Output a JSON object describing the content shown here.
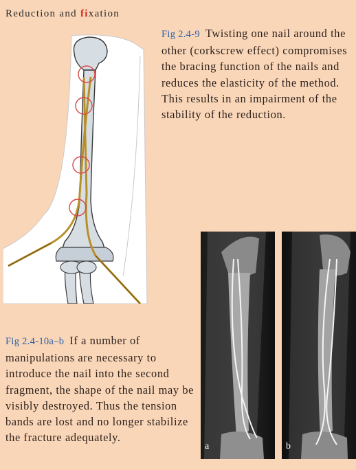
{
  "header": {
    "prefix": "Reduction and ",
    "highlight": "fi",
    "suffix": "xation"
  },
  "figure_1": {
    "label": "Fig 2.4-9",
    "text": "Twisting one nail around the other (corkscrew effect) compromises the bracing function of the nails and reduces the elasticity of the method. This results in an impairment of the stability of the reduction."
  },
  "figure_2": {
    "label": "Fig 2.4-10a–b",
    "text": "If a number of manipulations are necessary to introduce the nail into the second fragment, the shape of the nail may be visibly destroyed. Thus the tension bands are lost and no longer stabilize the fracture adequately."
  },
  "xray_labels": {
    "a": "a",
    "b": "b"
  },
  "colors": {
    "background": "#f9d6b8",
    "accent_red": "#d6281c",
    "label_blue": "#2a5fa8",
    "nail": "#b8902a",
    "circle": "#d94545"
  }
}
